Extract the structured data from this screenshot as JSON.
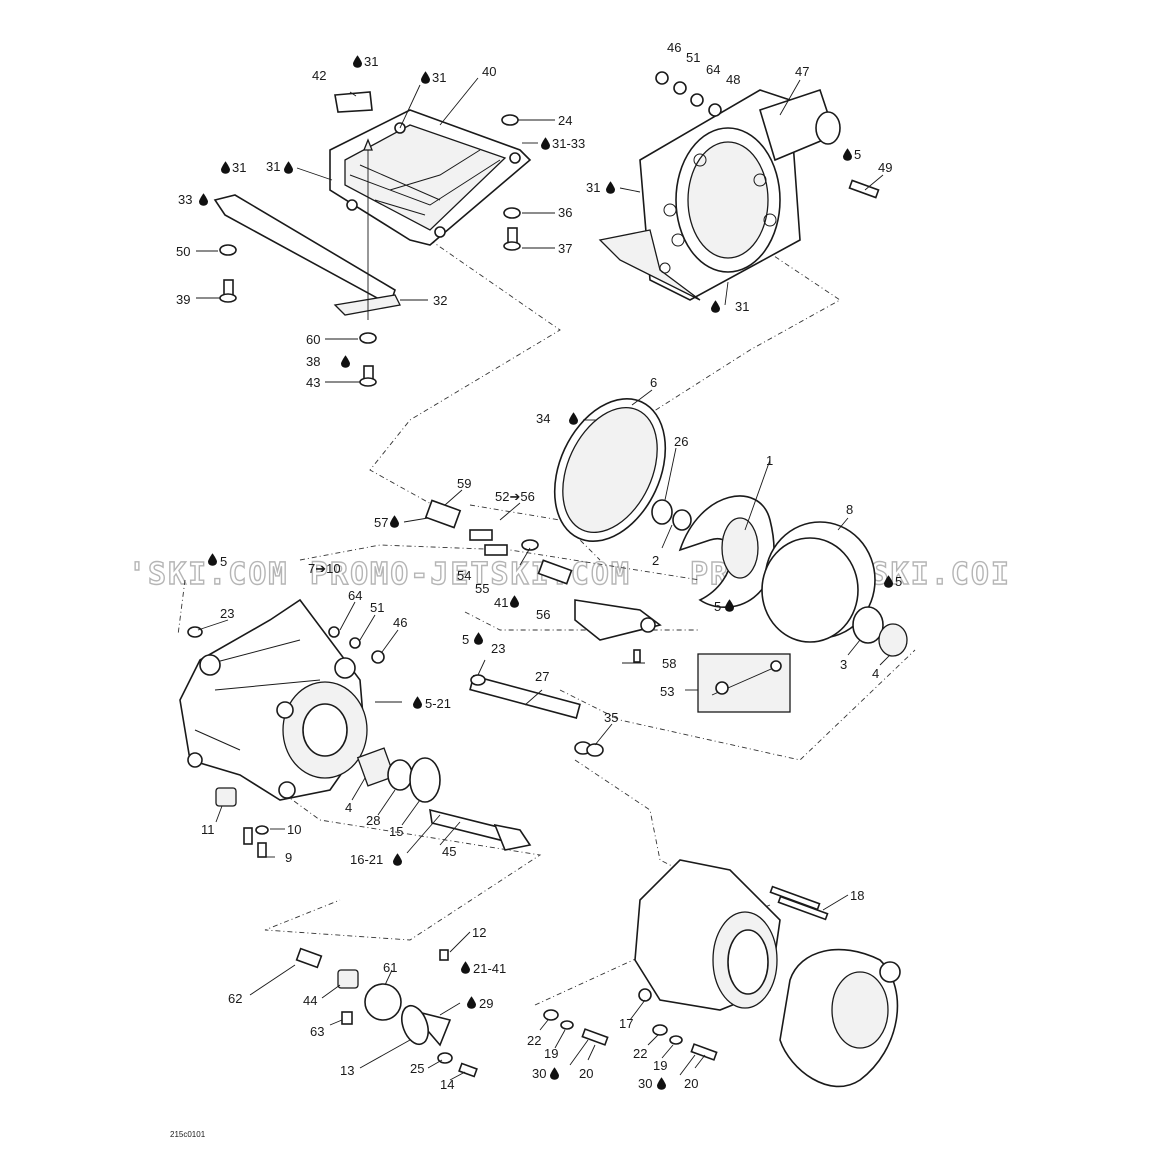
{
  "diagram_id": "215c0101",
  "watermark": {
    "left": "'SKI.COM",
    "middle": "PROMO-JETSKI.COM",
    "right": "PROMO-JETSKI.COI"
  },
  "callouts": {
    "c42": "42",
    "c31a": "31",
    "c31b": "31",
    "c40": "40",
    "c24": "24",
    "c31_33": "31-33",
    "c31c": "31",
    "c31d": "31",
    "c33": "33",
    "c36": "36",
    "c37": "37",
    "c50": "50",
    "c39": "39",
    "c32": "32",
    "c60": "60",
    "c38": "38",
    "c43": "43",
    "c46": "46",
    "c51a": "51",
    "c64a": "64",
    "c48": "48",
    "c47": "47",
    "c5a": "5",
    "c49": "49",
    "c31e": "31",
    "c31f": "31",
    "c6": "6",
    "c34": "34",
    "c26": "26",
    "c1": "1",
    "c8": "8",
    "c2": "2",
    "c59": "59",
    "c52_56": "52➔56",
    "c57": "57",
    "c5b": "5",
    "c7_10": "7➔10",
    "c64b": "64",
    "c51b": "51",
    "c46b": "46",
    "c23a": "23",
    "c54": "54",
    "c55": "55",
    "c41": "41",
    "c56": "56",
    "c5c": "5",
    "c5d": "5",
    "c3": "3",
    "c4a": "4",
    "c58": "58",
    "c53": "53",
    "c5e": "5",
    "c23b": "23",
    "c27": "27",
    "c5_21": "5-21",
    "c35": "35",
    "c4b": "4",
    "c28": "28",
    "c15": "15",
    "c11": "11",
    "c10": "10",
    "c9": "9",
    "c16_21": "16-21",
    "c45": "45",
    "c18": "18",
    "c12": "12",
    "c21_41": "21-41",
    "c61": "61",
    "c62": "62",
    "c44": "44",
    "c29": "29",
    "c63": "63",
    "c13": "13",
    "c25": "25",
    "c14": "14",
    "c17": "17",
    "c22a": "22",
    "c19a": "19",
    "c30a": "30",
    "c20a": "20",
    "c22b": "22",
    "c19b": "19",
    "c30b": "30",
    "c20b": "20"
  }
}
